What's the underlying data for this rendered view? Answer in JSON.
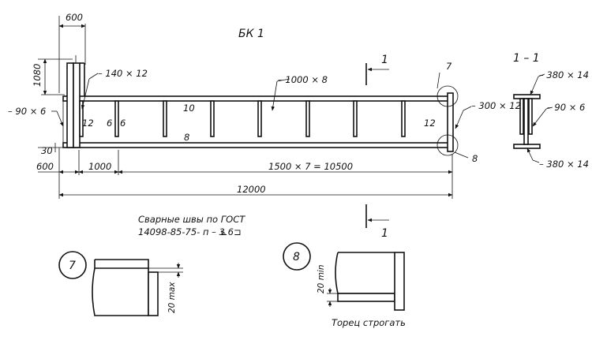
{
  "title": "БК 1",
  "section_label": "1 – 1",
  "section_mark_top": "1",
  "section_mark_bottom": "1",
  "dimensions": {
    "top_600": "600",
    "left_1080": "1080",
    "left_30": "30",
    "bottom_600": "600",
    "bottom_1000": "1000",
    "bottom_spacing": "1500 × 7 = 10500",
    "total": "12000"
  },
  "labels": {
    "plate_140": "– 140 × 12",
    "plate_1000": "– 1000 × 8",
    "plate_90_left": "– 90 × 6",
    "plate_300": "– 300 × 12",
    "flange_380_top": "– 380 × 14",
    "rib_90_right": "– 90 × 6",
    "flange_380_bottom": "– 380 × 14",
    "weld_12_left": "12",
    "weld_6a": "6",
    "weld_6b": "6",
    "weld_10": "10",
    "weld_8": "8",
    "weld_12_right": "12",
    "callout_7": "7",
    "callout_8": "8"
  },
  "note": {
    "line1": "Сварные швы по ГОСТ",
    "line2": "14098-85-75- п – 3",
    "weld_symbol": "⊾6⊐"
  },
  "detail_7": {
    "number": "7",
    "dim": "20 max"
  },
  "detail_8": {
    "number": "8",
    "dim": "20 min",
    "caption": "Торец строгать"
  }
}
